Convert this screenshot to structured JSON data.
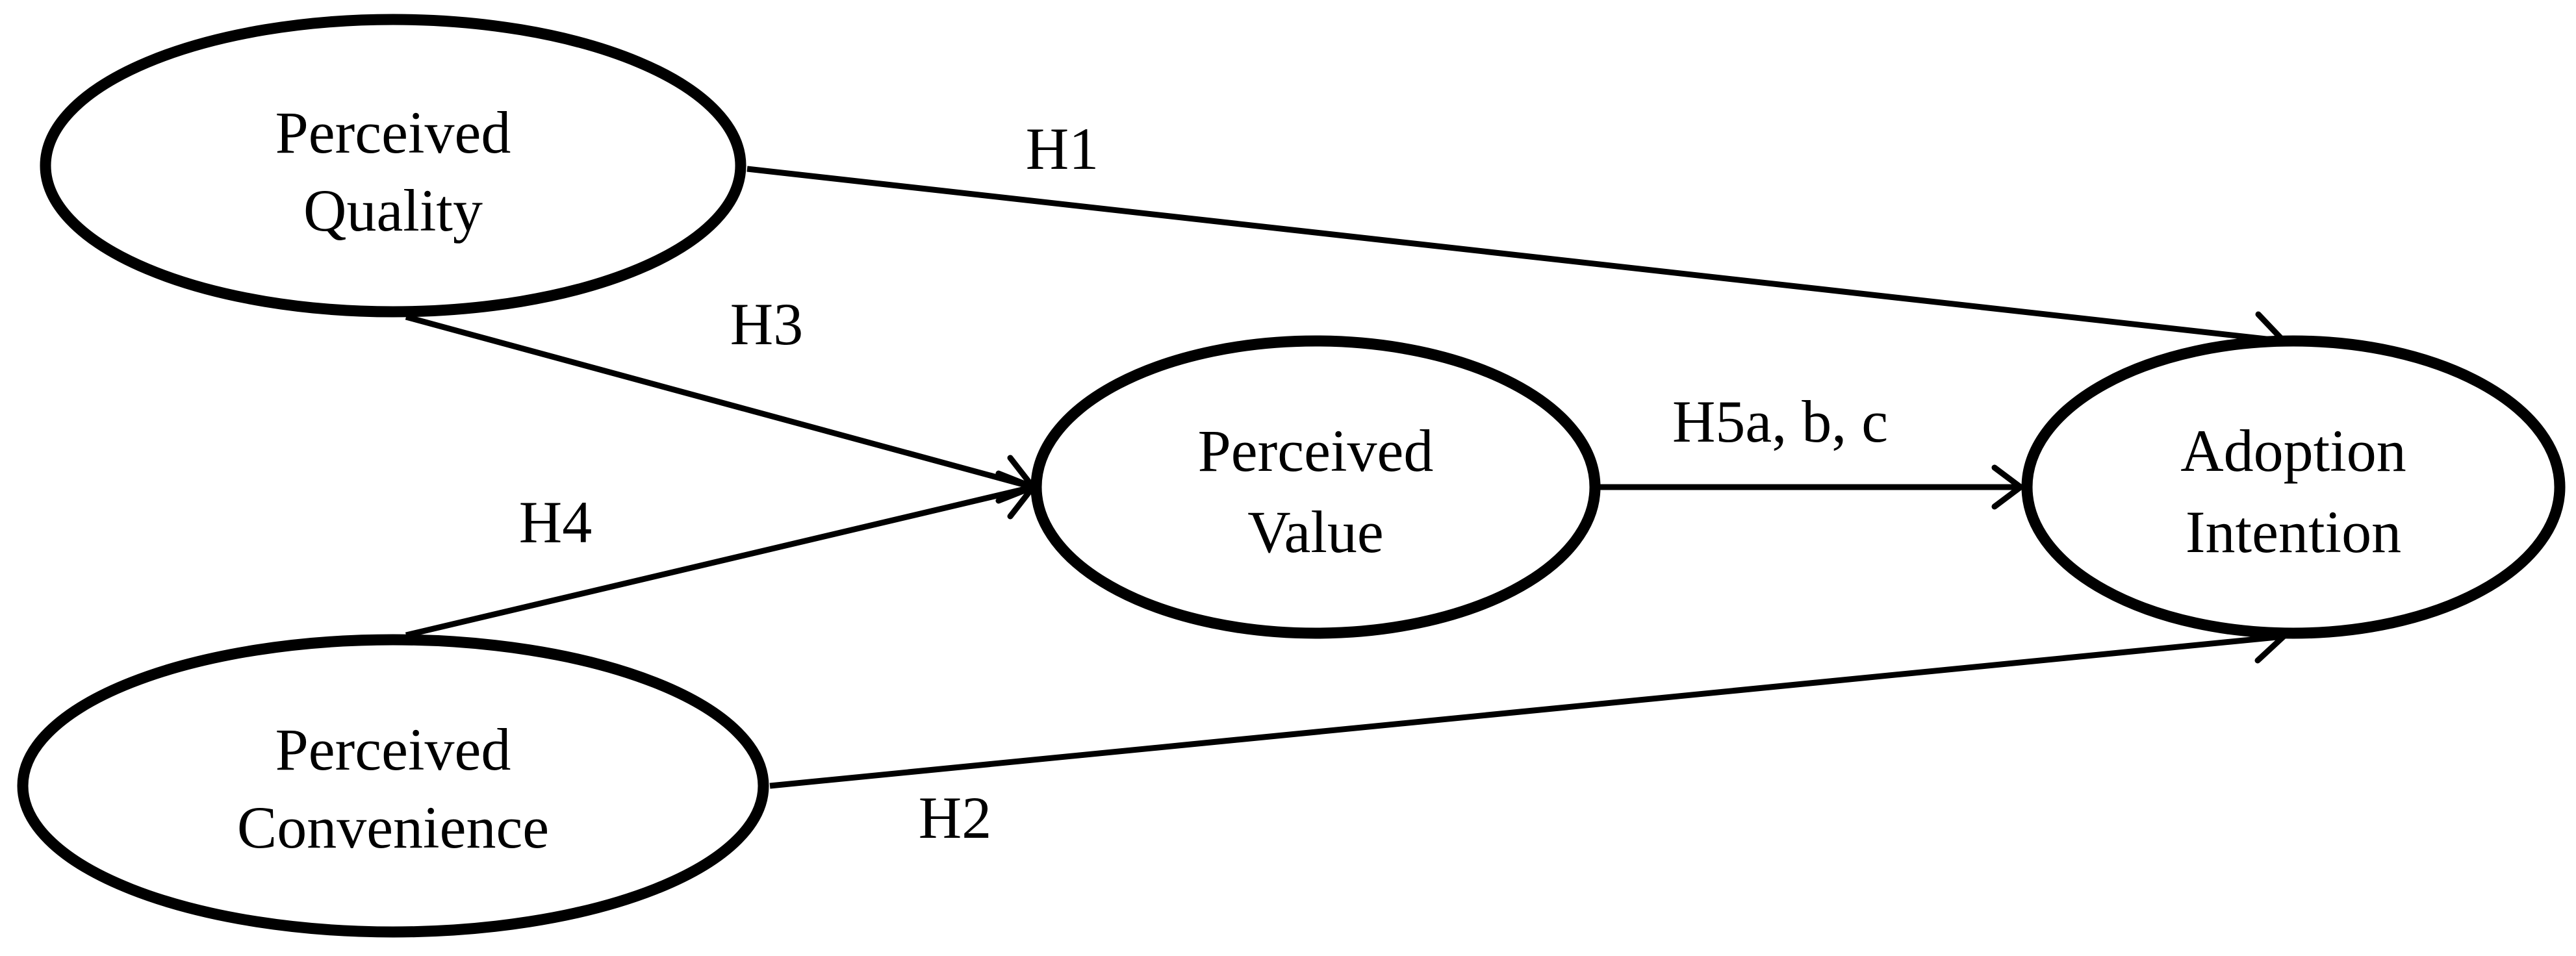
{
  "nodes": {
    "perceived_quality": {
      "line1": "Perceived",
      "line2": "Quality"
    },
    "perceived_convenience": {
      "line1": "Perceived",
      "line2": "Convenience"
    },
    "perceived_value": {
      "line1": "Perceived",
      "line2": "Value"
    },
    "adoption_intention": {
      "line1": "Adoption",
      "line2": "Intention"
    }
  },
  "edges": {
    "h1": {
      "label": "H1",
      "from": "Perceived Quality",
      "to": "Adoption Intention"
    },
    "h2": {
      "label": "H2",
      "from": "Perceived Convenience",
      "to": "Adoption Intention"
    },
    "h3": {
      "label": "H3",
      "from": "Perceived Quality",
      "to": "Perceived Value"
    },
    "h4": {
      "label": "H4",
      "from": "Perceived Convenience",
      "to": "Perceived Value"
    },
    "h5": {
      "label": "H5a, b, c",
      "from": "Perceived Value",
      "to": "Adoption Intention"
    }
  },
  "colors": {
    "stroke": "#000000",
    "fill": "#ffffff",
    "background": "#ffffff"
  }
}
